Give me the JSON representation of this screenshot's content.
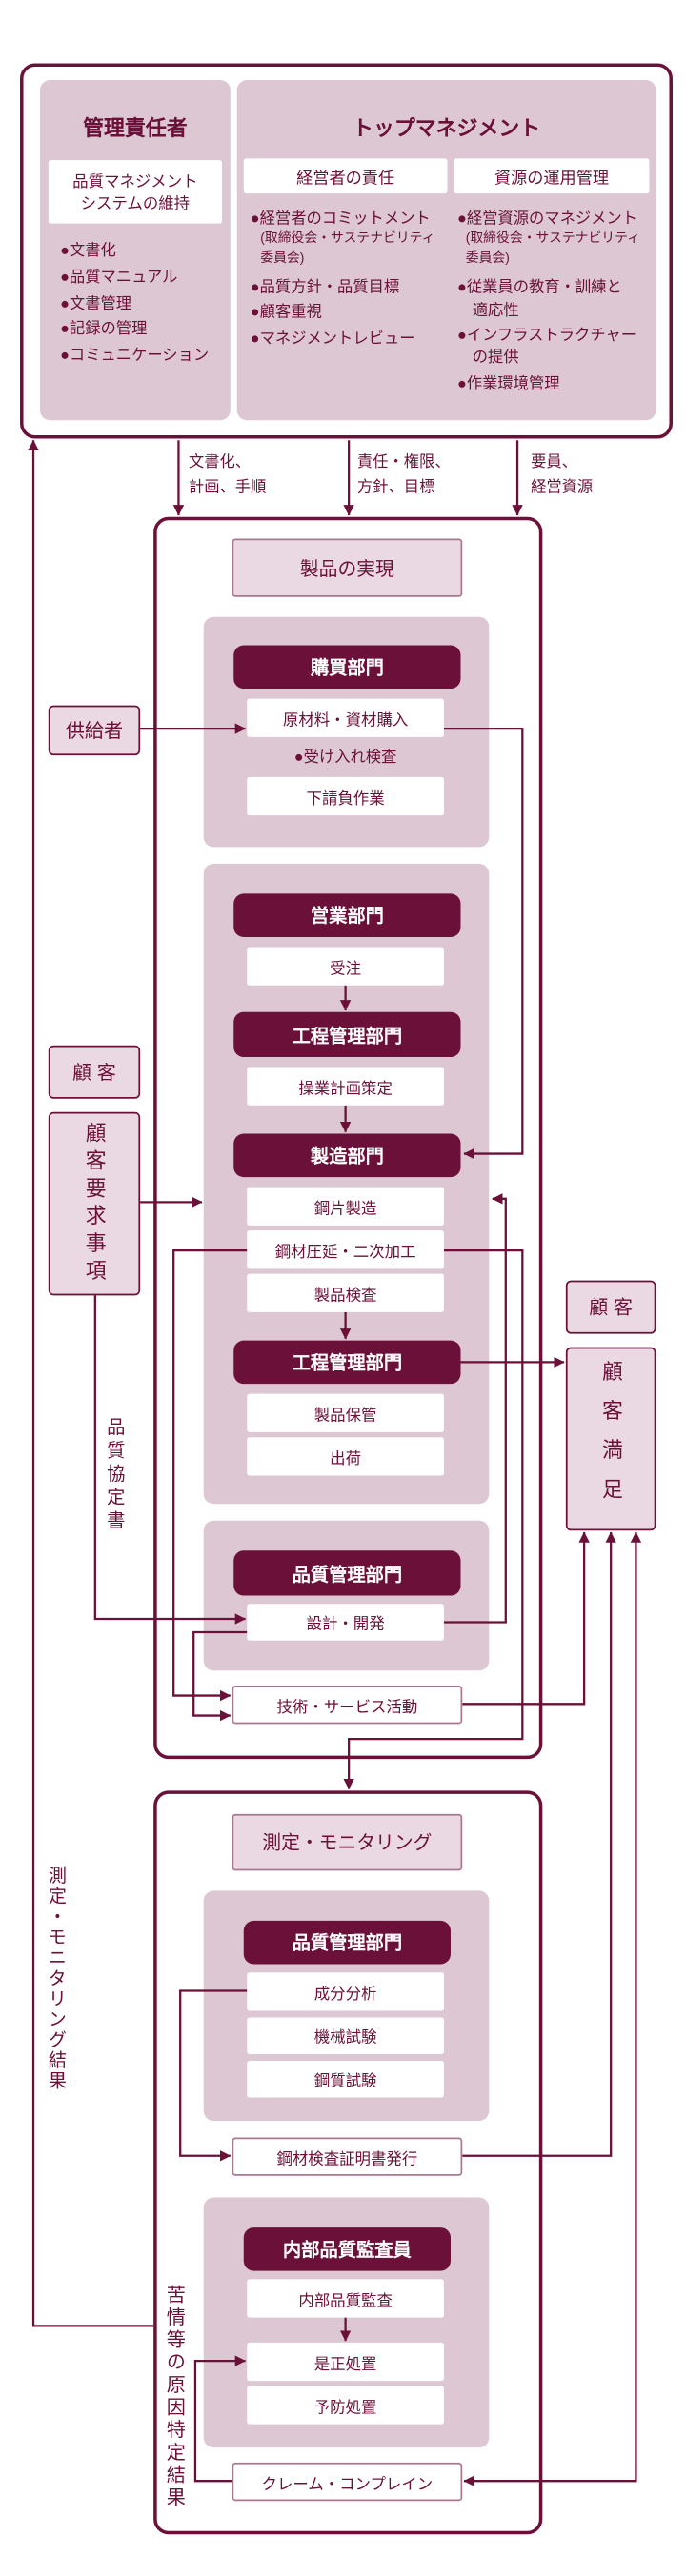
{
  "colors": {
    "primary": "#6b1039",
    "panel": "#dcc7d2",
    "box": "#ead9e2",
    "outline": "#a87891"
  },
  "management": {
    "representative": {
      "title": "管理責任者",
      "box": [
        "品質マネジメント",
        "システムの維持"
      ],
      "items": [
        "文書化",
        "品質マニュアル",
        "文書管理",
        "記録の管理",
        "コミュニケーション"
      ]
    },
    "top": {
      "title": "トップマネジメント",
      "responsibility": {
        "header": "経営者の責任",
        "items": [
          {
            "lines": [
              "経営者のコミットメント"
            ],
            "note": [
              "(取締役会・サステナビリティ",
              "委員会)"
            ]
          },
          {
            "lines": [
              "品質方針・品質目標"
            ]
          },
          {
            "lines": [
              "顧客重視"
            ]
          },
          {
            "lines": [
              "マネジメントレビュー"
            ]
          }
        ]
      },
      "resources": {
        "header": "資源の運用管理",
        "items": [
          {
            "lines": [
              "経営資源のマネジメント"
            ],
            "note": [
              "(取締役会・サステナビリティ",
              "委員会)"
            ]
          },
          {
            "lines": [
              "従業員の教育・訓練と",
              "適応性"
            ]
          },
          {
            "lines": [
              "インフラストラクチャー",
              "の提供"
            ]
          },
          {
            "lines": [
              "作業環境管理"
            ]
          }
        ]
      }
    }
  },
  "inputs": [
    {
      "lines": [
        "文書化、",
        "計画、手順"
      ]
    },
    {
      "lines": [
        "責任・権限、",
        "方針、目標"
      ]
    },
    {
      "lines": [
        "要員、",
        "経営資源"
      ]
    }
  ],
  "external": {
    "supplier": "供給者",
    "customer_in": {
      "label": "顧 客",
      "requirements": "顧客要求事項"
    },
    "customer_out": {
      "label": "顧 客",
      "satisfaction": "顧客満足"
    },
    "agreement": "品質協定書"
  },
  "realization": {
    "title": "製品の実現",
    "purchasing": {
      "header": "購買部門",
      "items": [
        "原材料・資材購入",
        "受け入れ検査",
        "下請負作業"
      ]
    },
    "sales": {
      "header": "営業部門",
      "items": [
        "受注"
      ]
    },
    "planning": {
      "header": "工程管理部門",
      "items": [
        "操業計画策定"
      ]
    },
    "manufacturing": {
      "header": "製造部門",
      "items": [
        "鋼片製造",
        "鋼材圧延・二次加工",
        "製品検査"
      ]
    },
    "storage": {
      "header": "工程管理部門",
      "items": [
        "製品保管",
        "出荷"
      ]
    },
    "quality": {
      "header": "品質管理部門",
      "items": [
        "設計・開発"
      ]
    },
    "service": "技術・サービス活動"
  },
  "measurement": {
    "title": "測定・モニタリング",
    "testing": {
      "header": "品質管理部門",
      "items": [
        "成分分析",
        "機械試験",
        "鋼質試験"
      ]
    },
    "certificate": "鋼材検査証明書発行",
    "audit": {
      "header": "内部品質監査員",
      "items": [
        "内部品質監査",
        "是正処置",
        "予防処置"
      ]
    },
    "claims": "クレーム・コンプレイン",
    "cause_result": "苦情等の原因特定結果",
    "monitoring_result": "測定・モニタリング結果"
  }
}
